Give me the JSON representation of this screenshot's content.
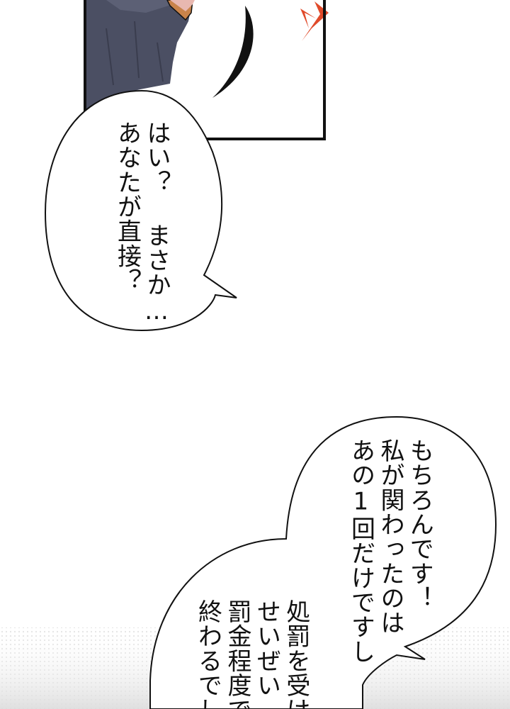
{
  "panel": {
    "shirt_color": "#4b4f63",
    "skin_color": "#e8b8b0",
    "cuff_color": "#c9834a",
    "effect_color": "#e04a2a"
  },
  "bubble_1": {
    "lines": [
      "はい？",
      "あなたが",
      "直接？"
    ],
    "line_1": "はい？ まさか…",
    "line_2": "あなたが直接？"
  },
  "bubble_2": {
    "line_1": "もちろんです！",
    "line_2": "私が関わったのは",
    "line_3": "あの1回だけですし"
  },
  "bubble_3": {
    "line_1": "処罰を受け",
    "line_2": "せいぜい",
    "line_3": "罰金程度で",
    "line_4": "終わるでしょ"
  }
}
